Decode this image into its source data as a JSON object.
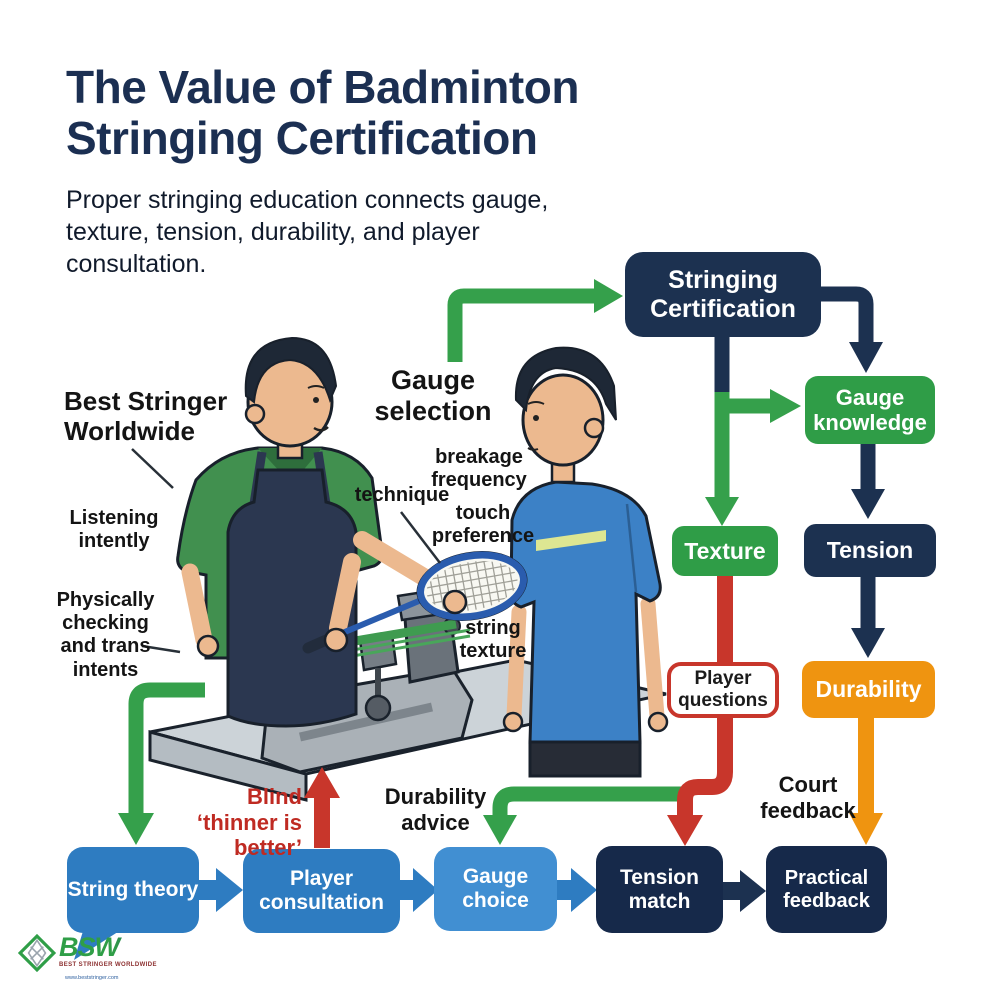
{
  "title": "The Value of Badminton Stringing Certification",
  "subtitle": "Proper stringing education connects gauge, texture, tension, durability, and player consultation.",
  "colors": {
    "navy": "#1c3150",
    "green": "#2f9d47",
    "blue": "#2e7cc1",
    "blue_light": "#418fd2",
    "orange": "#ef9410",
    "red": "#c8362b",
    "title_navy": "#1b2f52",
    "text": "#141414"
  },
  "flowchart": {
    "nodes": [
      {
        "id": "stringing_certification",
        "label": "Stringing Certification",
        "style": "navy"
      },
      {
        "id": "gauge_knowledge",
        "label": "Gauge knowledge",
        "style": "green"
      },
      {
        "id": "texture",
        "label": "Texture",
        "style": "green"
      },
      {
        "id": "tension",
        "label": "Tension",
        "style": "navy"
      },
      {
        "id": "player_questions",
        "label": "Player questions",
        "style": "outline-red"
      },
      {
        "id": "durability",
        "label": "Durability",
        "style": "orange"
      },
      {
        "id": "string_theory",
        "label": "String theory",
        "style": "blue"
      },
      {
        "id": "player_consultation",
        "label": "Player consultation",
        "style": "blue"
      },
      {
        "id": "gauge_choice",
        "label": "Gauge choice",
        "style": "blue-light"
      },
      {
        "id": "tension_match",
        "label": "Tension match",
        "style": "navy"
      },
      {
        "id": "practical_feedback",
        "label": "Practical feedback",
        "style": "navy"
      }
    ],
    "connectors": [
      {
        "from": "Gauge selection",
        "to": "Stringing Certification",
        "color": "green"
      },
      {
        "from": "Stringing Certification",
        "to": "Gauge knowledge",
        "color": "navy"
      },
      {
        "from": "Stringing Certification",
        "to": "Gauge knowledge",
        "color": "green"
      },
      {
        "from": "Stringing Certification",
        "to": "Texture",
        "color": "green"
      },
      {
        "from": "Gauge knowledge",
        "to": "Tension",
        "color": "navy"
      },
      {
        "from": "Texture",
        "to": "Player questions",
        "color": "red"
      },
      {
        "from": "Player questions",
        "to": "Tension match",
        "color": "red"
      },
      {
        "from": "Tension",
        "to": "Durability",
        "color": "navy"
      },
      {
        "from": "Durability",
        "to": "Practical feedback",
        "color": "orange"
      },
      {
        "from": "stringer illustration",
        "to": "String theory",
        "color": "green"
      },
      {
        "from": "Player consultation",
        "to": "Blind ‘thinner is better’",
        "color": "red",
        "direction": "up"
      },
      {
        "from": "Durability advice",
        "to": "Gauge choice",
        "color": "green"
      },
      {
        "from": "String theory",
        "to": "Player consultation",
        "color": "blue"
      },
      {
        "from": "Player consultation",
        "to": "Gauge choice",
        "color": "blue"
      },
      {
        "from": "Gauge choice",
        "to": "Tension match",
        "color": "blue"
      },
      {
        "from": "Tension match",
        "to": "Practical feedback",
        "color": "navy"
      }
    ]
  },
  "annotations": {
    "gauge_selection": "Gauge selection",
    "breakage_frequency": "breakage frequency",
    "technique": "technique",
    "touch_preference": "touch preference",
    "string_texture": "string texture",
    "best_stringer_worldwide": "Best Stringer Worldwide",
    "listening_intently": "Listening intently",
    "physically_checking": "Physically checking and trans intents",
    "blind_thinner": "Blind ‘thinner is better’",
    "durability_advice": "Durability advice",
    "court_feedback": "Court feedback"
  },
  "logo": {
    "abbr": "BSW",
    "name": "BEST STRINGER WORLDWIDE",
    "url": "www.beststringer.com"
  }
}
